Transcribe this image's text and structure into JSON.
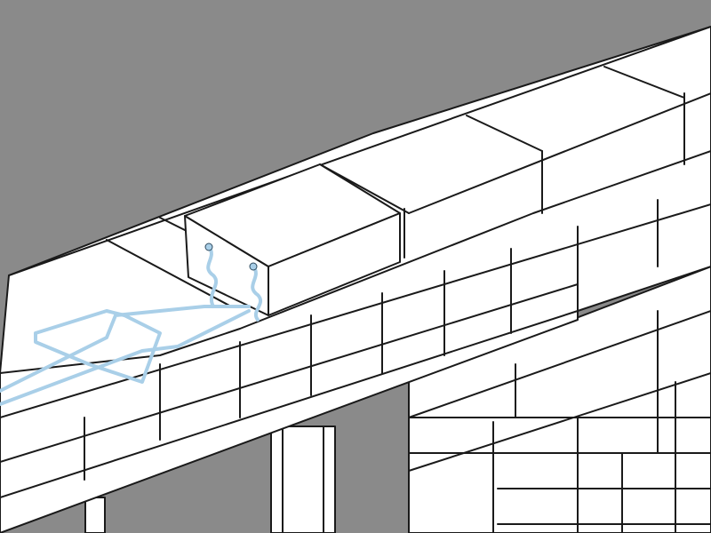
{
  "colors": {
    "background": "#8a8a8a",
    "masonry": "#ffffff",
    "outline": "#1a1a1a",
    "wire_tie": "#a9cfe8",
    "wire_tie_outline": "#2e4a5e"
  },
  "scene": {
    "description_items": [
      "wall-top-face",
      "brick-courses-front",
      "raised-block",
      "cavity-wall-tie",
      "pier",
      "lintel-beam",
      "support-post"
    ]
  }
}
